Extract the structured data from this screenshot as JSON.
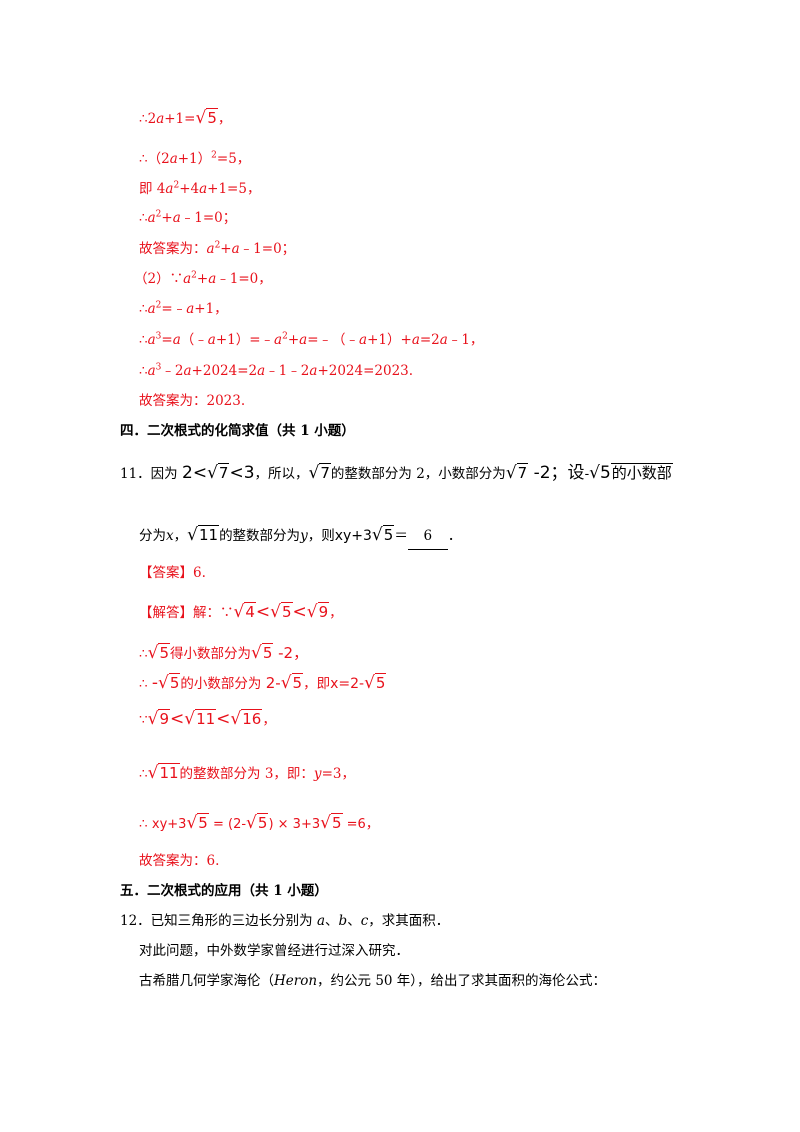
{
  "lines": {
    "l1": [
      "∴2",
      "a",
      "+1=",
      "√",
      "5",
      "，"
    ],
    "l2": [
      "∴（2",
      "a",
      "+1）",
      "2",
      "=5，"
    ],
    "l3": [
      "即 4",
      "a",
      "2",
      "+4",
      "a",
      "+1=5，"
    ],
    "l4": [
      "∴",
      "a",
      "2",
      "+",
      "a",
      "﹣1=0；"
    ],
    "l5": [
      "故答案为：",
      "a",
      "2",
      "+",
      "a",
      "﹣1=0；"
    ],
    "l6": [
      "（2）∵",
      "a",
      "2",
      "+",
      "a",
      "﹣1=0，"
    ],
    "l7": [
      "∴",
      "a",
      "2",
      "=﹣",
      "a",
      "+1，"
    ],
    "l8": [
      "∴",
      "a",
      "3",
      "=",
      "a",
      "（﹣",
      "a",
      "+1）=﹣",
      "a",
      "2",
      "+",
      "a",
      "=﹣（﹣",
      "a",
      "+1）+",
      "a",
      "=2",
      "a",
      "﹣1，"
    ],
    "l9": [
      "∴",
      "a",
      "3",
      "﹣2",
      "a",
      "+2024=2",
      "a",
      "﹣1﹣2",
      "a",
      "+2024=2023."
    ],
    "l10": "故答案为：2023."
  },
  "section4": {
    "title": "四．二次根式的化简求值（共 1 小题）"
  },
  "q11": {
    "line1": [
      "11．因为 ",
      "2",
      "<",
      "√",
      "7",
      "<",
      "3",
      "，所以，",
      "√",
      "7",
      "的整数部分为 2，小数部分为",
      "√",
      "7",
      " -2；设",
      "-",
      "√",
      "5",
      "的小数部"
    ],
    "line2": [
      "分为",
      "x",
      "，",
      "√",
      "11",
      "的整数部分为",
      "y",
      "，则",
      "xy+3",
      "√",
      "5",
      "＝",
      "6",
      "．"
    ]
  },
  "answer": {
    "label": "【答案】",
    "text": "6."
  },
  "solution": {
    "s1": [
      "【解答】",
      "解：∵",
      "√",
      "4",
      "<",
      "√",
      "5",
      "<",
      "√",
      "9",
      "，"
    ],
    "s2": [
      "∴",
      "√",
      "5",
      "得小数部分为",
      "√",
      "5",
      " -2，"
    ],
    "s3": [
      "∴ ",
      "-",
      "√",
      "5",
      "的小数部分为 ",
      "2-",
      "√",
      "5",
      "，即",
      "x",
      "=2-",
      "√",
      "5"
    ],
    "s4": [
      "∵",
      "√",
      "9",
      "<",
      "√",
      "11",
      "<",
      "√",
      "16",
      "，"
    ],
    "s5": [
      "∴",
      "√",
      "11",
      "的整数部分为 3，即：",
      "y",
      "=3，"
    ],
    "s6": [
      "∴ ",
      "xy+3",
      "√",
      "5",
      " = (2-",
      "√",
      "5",
      ") × 3+3",
      "√",
      "5",
      " =6",
      "，"
    ],
    "s7": "故答案为：6."
  },
  "section5": {
    "title": "五．二次根式的应用（共 1 小题）"
  },
  "q12": {
    "line1": [
      "12．已知三角形的三边长分别为 ",
      "a",
      "、",
      "b",
      "、",
      "c",
      "，求其面积．"
    ],
    "line2": "对此问题，中外数学家曾经进行过深入研究．",
    "line3": [
      "古希腊几何学家海伦（",
      "Heron",
      "，约公元 50 年），给出了求其面积的海伦公式："
    ]
  },
  "colors": {
    "answer_red": "#e8111b",
    "text_black": "#000000"
  }
}
